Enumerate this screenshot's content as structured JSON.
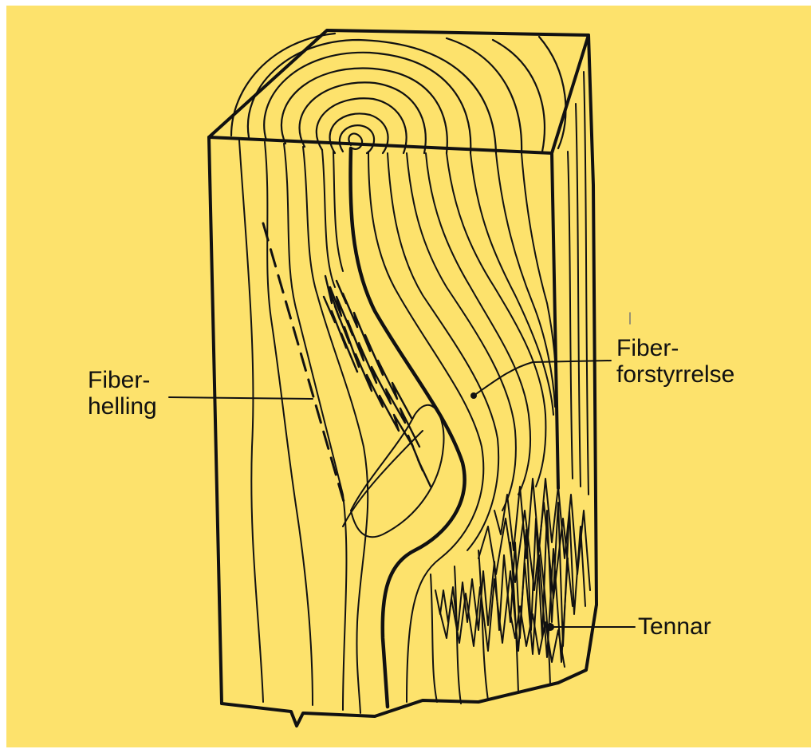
{
  "colors": {
    "background": "#fde26c",
    "ink": "#111111",
    "frame": "#ffffff"
  },
  "labels": {
    "fiber_helling": [
      "Fiber-",
      "helling"
    ],
    "fiber_forstyrrelse": [
      "Fiber-",
      "forstyrrelse"
    ],
    "tennar": "Tennar"
  }
}
